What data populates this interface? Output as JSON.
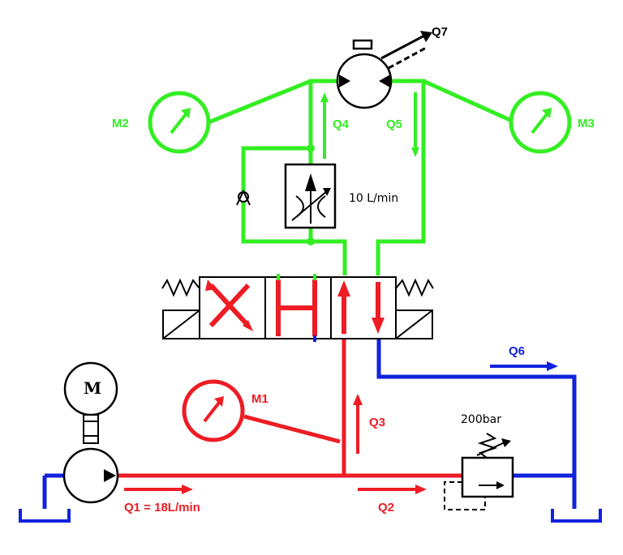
{
  "colors": {
    "pressure": "#ee1c24",
    "working": "#33ee22",
    "return": "#1122dd",
    "symbol": "#000000"
  },
  "components": {
    "motor": {
      "label": "M"
    },
    "flow_control": {
      "setting": "10 L/min"
    },
    "relief_valve": {
      "setting": "200bar"
    }
  },
  "gauges": {
    "m1": "M1",
    "m2": "M2",
    "m3": "M3"
  },
  "flows": {
    "q1": "Q1 = 18L/min",
    "q2": "Q2",
    "q3": "Q3",
    "q4": "Q4",
    "q5": "Q5",
    "q6": "Q6",
    "q7": "Q7"
  }
}
